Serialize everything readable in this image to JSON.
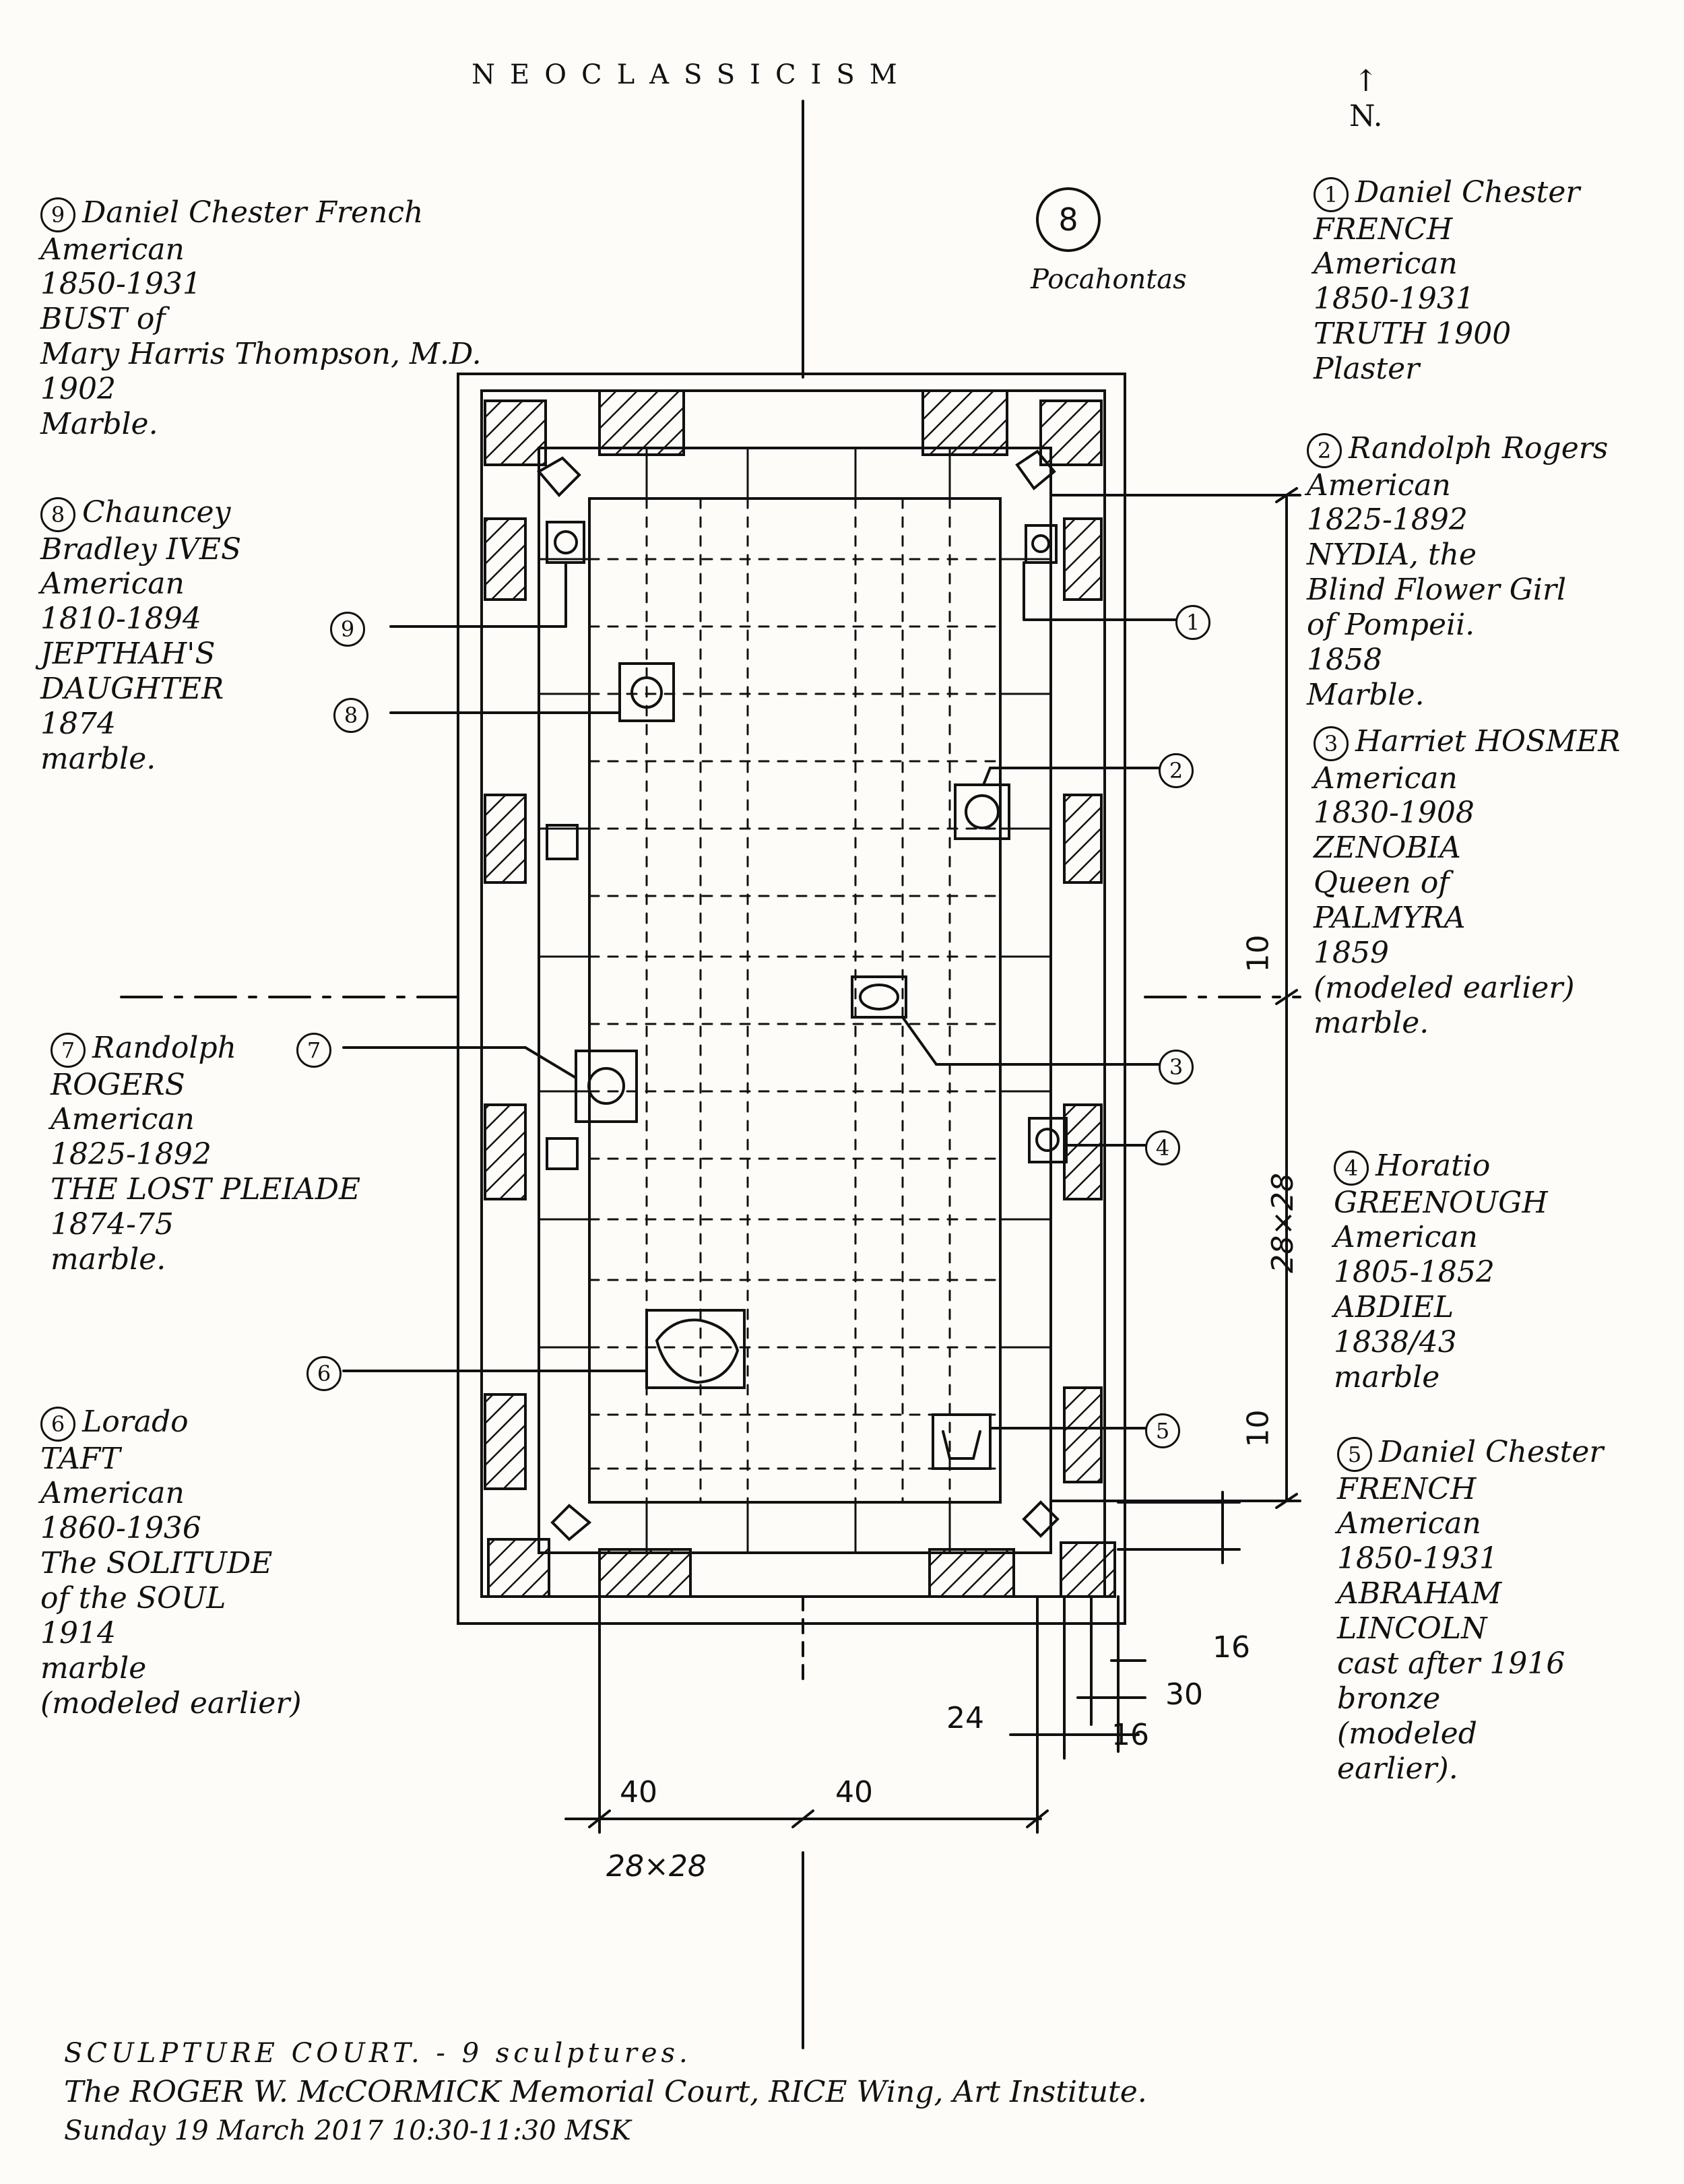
{
  "title": "NEOCLASSICISM",
  "north": {
    "arrow": "↑",
    "label": "N."
  },
  "center_badge": {
    "number": "8",
    "label": "Pocahontas"
  },
  "sculptures": [
    {
      "num": "1",
      "artist": [
        "Daniel Chester",
        "FRENCH"
      ],
      "origin": "American",
      "dates": "1850-1931",
      "work": [
        "TRUTH 1900"
      ],
      "medium": [
        "Plaster"
      ]
    },
    {
      "num": "2",
      "artist": [
        "Randolph Rogers"
      ],
      "origin": "American",
      "dates": "1825-1892",
      "work": [
        "NYDIA, the",
        "Blind Flower Girl",
        "of Pompeii.",
        "1858"
      ],
      "medium": [
        "Marble."
      ]
    },
    {
      "num": "3",
      "artist": [
        "Harriet HOSMER"
      ],
      "origin": "American",
      "dates": "1830-1908",
      "work": [
        "ZENOBIA",
        "Queen of",
        "PALMYRA",
        "1859",
        "(modeled earlier)"
      ],
      "medium": [
        "marble."
      ]
    },
    {
      "num": "4",
      "artist": [
        "Horatio",
        "GREENOUGH"
      ],
      "origin": "American",
      "dates": "1805-1852",
      "work": [
        "ABDIEL",
        "1838/43"
      ],
      "medium": [
        "marble"
      ]
    },
    {
      "num": "5",
      "artist": [
        "Daniel Chester",
        "FRENCH"
      ],
      "origin": "American",
      "dates": "1850-1931",
      "work": [
        "ABRAHAM",
        "LINCOLN",
        "cast after 1916"
      ],
      "medium": [
        "bronze",
        "(modeled",
        "earlier)."
      ]
    },
    {
      "num": "6",
      "artist": [
        "Lorado",
        "TAFT"
      ],
      "origin": "American",
      "dates": "1860-1936",
      "work": [
        "The SOLITUDE",
        "of the SOUL",
        "1914"
      ],
      "medium": [
        "marble",
        "(modeled earlier)"
      ]
    },
    {
      "num": "7",
      "artist": [
        "Randolph",
        "ROGERS"
      ],
      "origin": "American",
      "dates": "1825-1892",
      "work": [
        "THE LOST PLEIADE",
        "1874-75"
      ],
      "medium": [
        "marble."
      ]
    },
    {
      "num": "8",
      "artist": [
        "Chauncey",
        "Bradley IVES"
      ],
      "origin": "American",
      "dates": "1810-1894",
      "work": [
        "JEPTHAH'S",
        "DAUGHTER",
        "1874"
      ],
      "medium": [
        "marble."
      ]
    },
    {
      "num": "9",
      "artist": [
        "Daniel Chester French"
      ],
      "origin": "American",
      "dates": "1850-1931",
      "work": [
        "BUST of",
        "Mary Harris Thompson, M.D.",
        "1902"
      ],
      "medium": [
        "Marble."
      ]
    }
  ],
  "plan_labels": [
    "1",
    "2",
    "3",
    "4",
    "5",
    "6",
    "7",
    "8",
    "9"
  ],
  "dimensions": {
    "bottom_left": "40",
    "bottom_right": "40",
    "bottom_grid": "28×28",
    "right_upper": "10",
    "right_lower": "10",
    "right_grid": "28×28",
    "d16a": "16",
    "d30": "30",
    "d24": "24",
    "d16b": "16"
  },
  "footer": [
    "SCULPTURE COURT. - 9 sculptures.",
    "The ROGER W. McCORMICK Memorial Court, RICE Wing, Art Institute.",
    "Sunday 19 March 2017   10:30-11:30   MSK"
  ]
}
